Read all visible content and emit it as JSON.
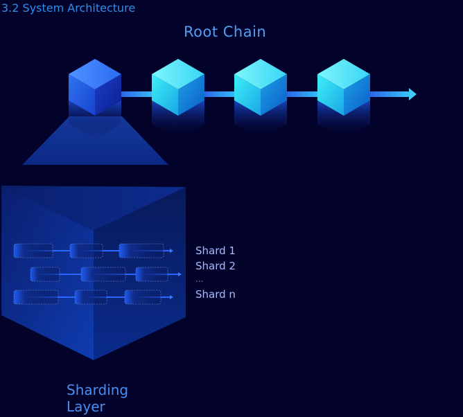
{
  "section_heading": "3.2 System Architecture",
  "diagram": {
    "title": "Root Chain",
    "root_chain": {
      "block_count": 4,
      "colors": {
        "first_block": "#1a4fe6",
        "blocks": "#22d4f0",
        "link": "#2fb8f5"
      }
    },
    "shards": [
      {
        "label": "Shard 1"
      },
      {
        "label": "Shard 2"
      },
      {
        "label": "..."
      },
      {
        "label": "Shard n"
      }
    ],
    "layer_label": "Sharding Layer",
    "colors": {
      "background": "#03022a",
      "layer_box": "#0d2f9a",
      "accent": "#2f8fe8"
    }
  }
}
